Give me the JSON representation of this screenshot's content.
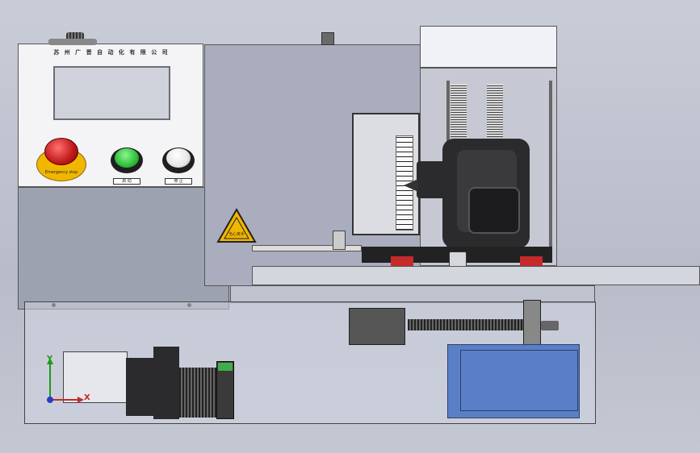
{
  "machine": {
    "company_name": "苏 州 广 晋 自 动 化 有 限 公 司",
    "emergency_stop_label": "Emergency stop",
    "start_button_label": "启 动",
    "stop_button_label": "停 止",
    "warning_label": "当心夹手"
  },
  "triad": {
    "x_label": "X",
    "y_label": "Y"
  },
  "colors": {
    "emergency": "#d12a2a",
    "start": "#2fbd3a",
    "stop": "#ffffff",
    "warning": "#f1b600",
    "blue_plate": "#5b7fc7"
  }
}
